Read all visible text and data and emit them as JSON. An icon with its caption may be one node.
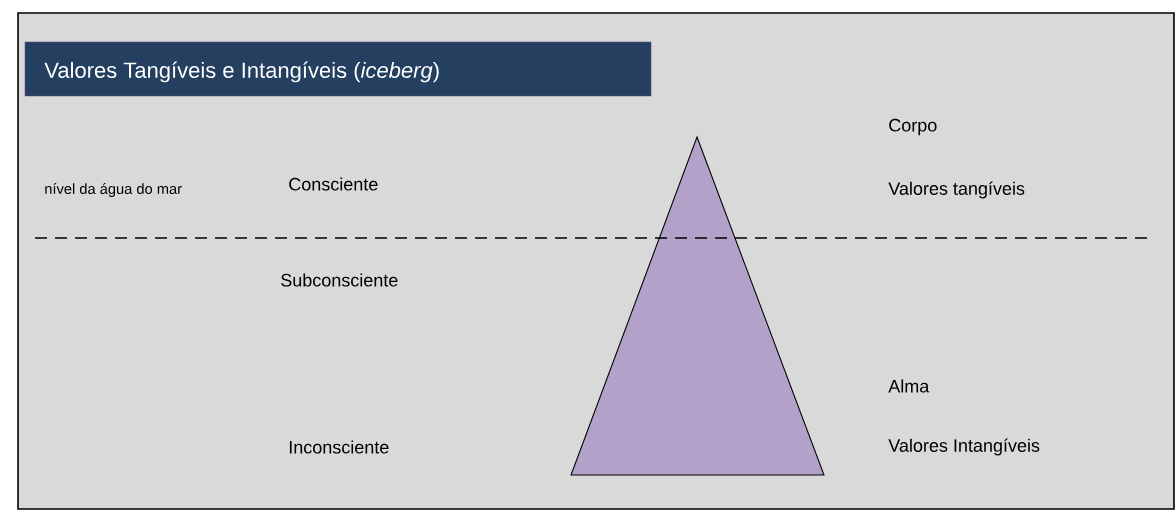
{
  "diagram": {
    "title": "Valores Tangíveis e Intangíveis (*iceberg*)",
    "labels": [
      "Corpo",
      "nível da água do mar",
      "Consciente",
      "Valores tangíveis",
      "Subconsciente",
      "Alma",
      "Inconsciente",
      "Valores Intangíveis"
    ]
  }
}
